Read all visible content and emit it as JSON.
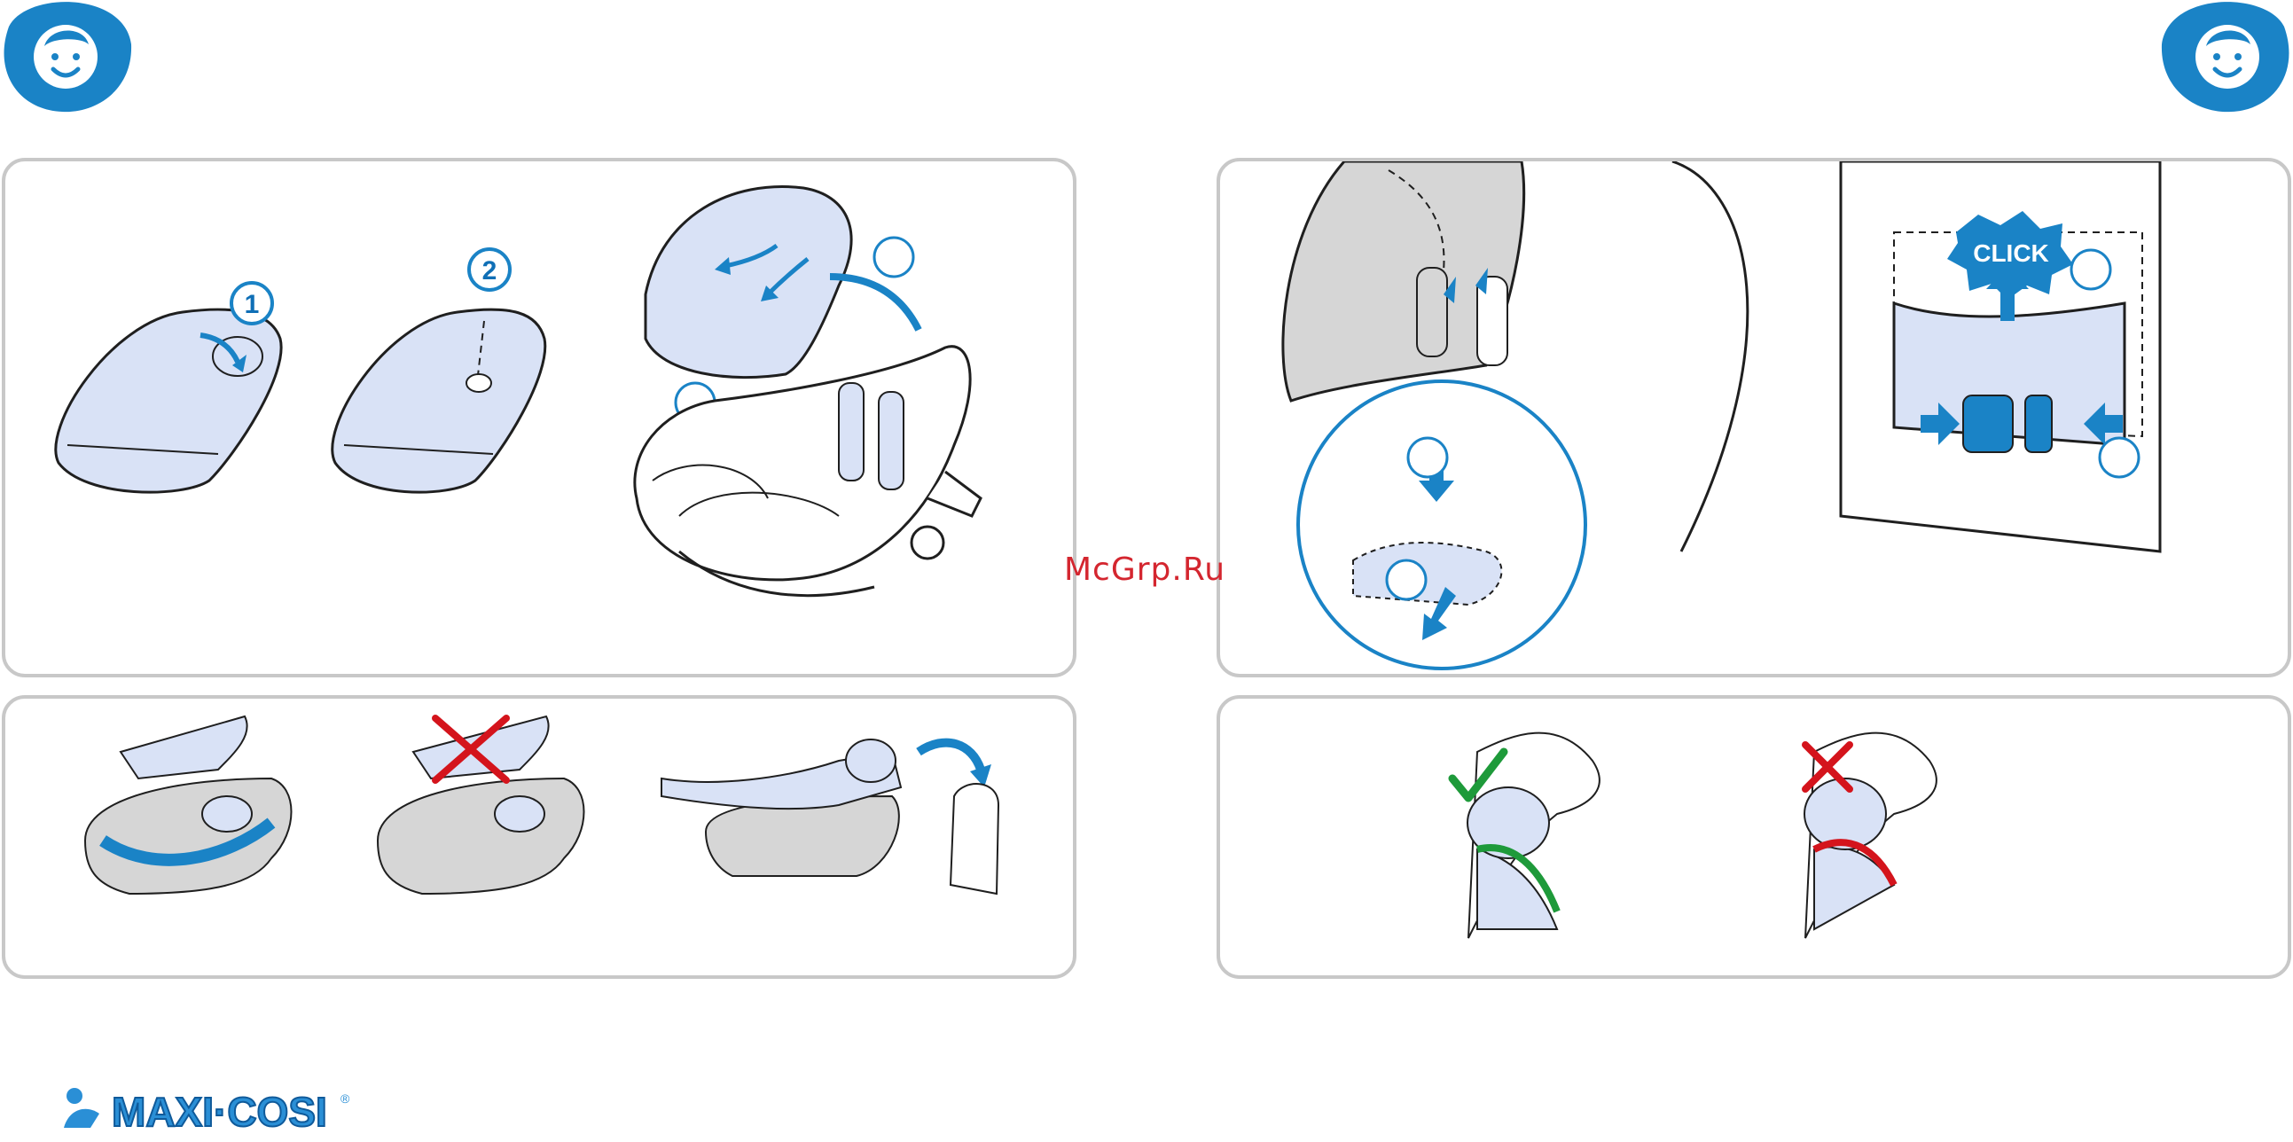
{
  "watermark": "McGrp.Ru",
  "brand": {
    "name": "MAXI·COSI",
    "mark": "®"
  },
  "colors": {
    "accent": "#1a83c6",
    "light_blue": "#d9e2f6",
    "outline": "#1f1f1f",
    "grey_fill": "#d6d6d6",
    "panel_border": "#c8c8c8",
    "ok_green": "#1e9a3a",
    "no_red": "#d4141c"
  },
  "icons": {
    "page_badge": "baby-face-icon",
    "correct": "check-mark-icon",
    "incorrect": "cross-mark-icon",
    "direction": "arrow-icon"
  },
  "panels": {
    "remove_insert": {
      "steps": [
        "1",
        "2"
      ]
    },
    "click_fit": {
      "click_label": "CLICK"
    }
  }
}
